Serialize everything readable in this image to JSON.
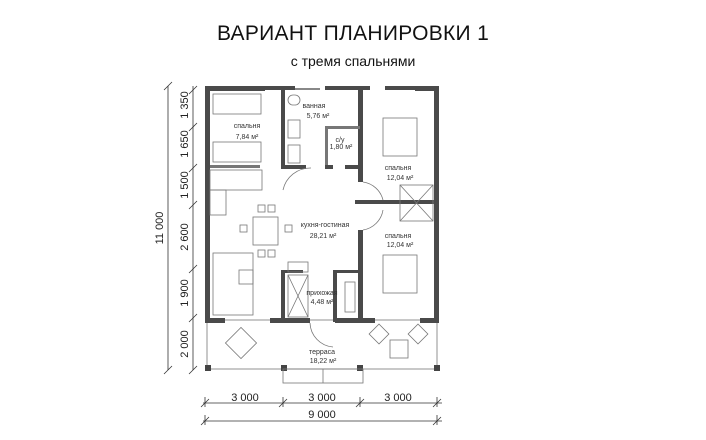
{
  "title": "ВАРИАНТ ПЛАНИРОВКИ 1",
  "subtitle": "с тремя спальнями",
  "rooms": [
    {
      "name": "спальня",
      "area": "7,84 м²"
    },
    {
      "name": "ванная",
      "area": "5,76 м²"
    },
    {
      "name": "с/у",
      "area": "1,80 м²"
    },
    {
      "name": "спальня",
      "area": "12,04 м²"
    },
    {
      "name": "кухня-гостиная",
      "area": "28,21 м²"
    },
    {
      "name": "спальня",
      "area": "12,04 м²"
    },
    {
      "name": "прихожая",
      "area": "4,48 м²"
    },
    {
      "name": "терраса",
      "area": "18,22 м²"
    }
  ],
  "dimensions": {
    "left": [
      "1 350",
      "1 650",
      "1 500",
      "2 600",
      "1 900",
      "2 000"
    ],
    "left_total": "11 000",
    "bottom": [
      "3 000",
      "3 000",
      "3 000"
    ],
    "bottom_total": "9 000"
  },
  "colors": {
    "wall": "#4a4a4a",
    "line": "#666666"
  }
}
